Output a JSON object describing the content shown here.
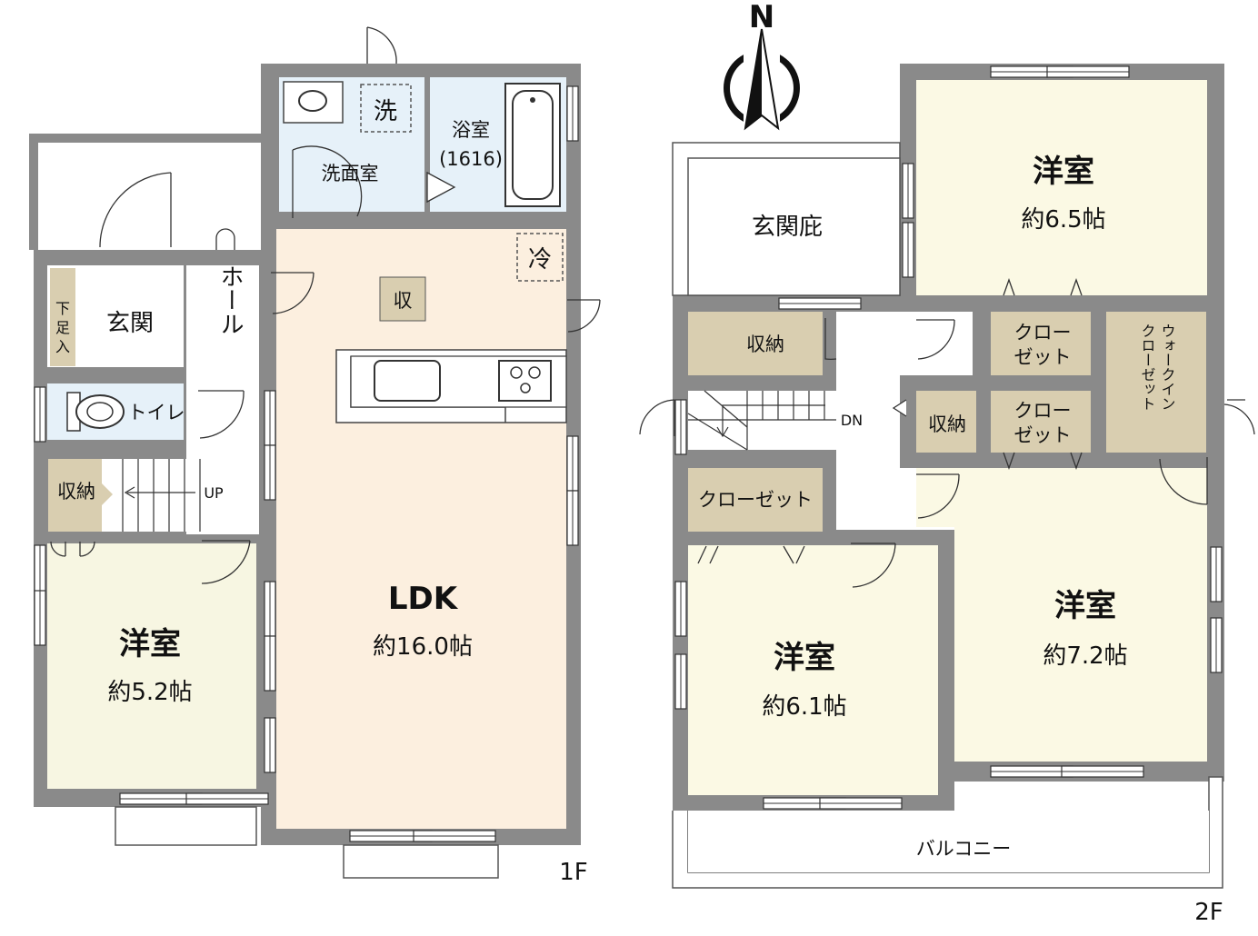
{
  "colors": {
    "wall": "#8a8a8a",
    "ldk": "#fcefdf",
    "bedroom": "#fbf9e4",
    "bedroom_1f": "#f7f6e2",
    "storage": "#d9ceb0",
    "wet": "#e6f1f9",
    "plain": "#ffffff"
  },
  "floor1": {
    "label": "1F",
    "ldk": {
      "name": "LDK",
      "size": "約16.0帖"
    },
    "bedroom": {
      "name": "洋室",
      "size": "約5.2帖"
    },
    "genkan": "玄関",
    "hall": "ホール",
    "geta_lines": [
      "下",
      "足",
      "入"
    ],
    "toilet": "トイレ",
    "storage_stair": "収納",
    "stair_dir": "UP",
    "washroom": "洗面室",
    "washer": "洗",
    "bath_lines": [
      "浴室",
      "(1616)"
    ],
    "fridge": "冷",
    "kitchen_storage": "収"
  },
  "floor2": {
    "label": "2F",
    "north": "N",
    "bed_ne": {
      "name": "洋室",
      "size": "約6.5帖"
    },
    "bed_se": {
      "name": "洋室",
      "size": "約7.2帖"
    },
    "bed_sw": {
      "name": "洋室",
      "size": "約6.1帖"
    },
    "genkan_roof": "玄関庇",
    "storage_a": "収納",
    "storage_b": "収納",
    "closet_1_lines": [
      "クロー",
      "ゼット"
    ],
    "closet_2_lines": [
      "クロー",
      "ゼット"
    ],
    "walkin_lines": [
      "ウォークイン",
      "クローゼット"
    ],
    "closet_sw": "クローゼット",
    "stair_dir": "DN",
    "balcony": "バルコニー"
  }
}
